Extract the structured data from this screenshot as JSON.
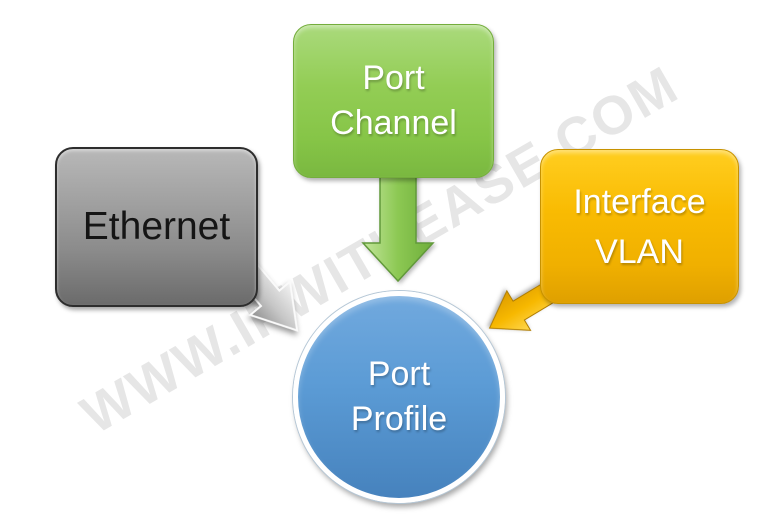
{
  "diagram": {
    "watermark": {
      "text": "WWW.IPWITHEASE.COM",
      "color": "#e6e6e6"
    },
    "nodes": {
      "ethernet": {
        "label": "Ethernet",
        "shape": "rounded-rectangle",
        "fill": "#9c9c9c",
        "text_color": "#151515"
      },
      "port_channel": {
        "line1": "Port",
        "line2": "Channel",
        "shape": "rounded-rectangle",
        "fill": "#8fcb51",
        "text_color": "#ffffff"
      },
      "interface_vlan": {
        "line1": "Interface",
        "line2": "VLAN",
        "shape": "rounded-rectangle",
        "fill": "#f7b800",
        "text_color": "#ffffff"
      },
      "port_profile": {
        "line1": "Port",
        "line2": "Profile",
        "shape": "circle",
        "fill": "#5b9bd5",
        "text_color": "#ffffff"
      }
    },
    "connections": [
      {
        "from": "ethernet",
        "to": "port_profile",
        "arrow_color": "#bdbdbd",
        "direction": "down-right"
      },
      {
        "from": "port_channel",
        "to": "port_profile",
        "arrow_color": "#8cc853",
        "direction": "down"
      },
      {
        "from": "interface_vlan",
        "to": "port_profile",
        "arrow_color": "#f5b400",
        "direction": "down-left"
      }
    ]
  }
}
